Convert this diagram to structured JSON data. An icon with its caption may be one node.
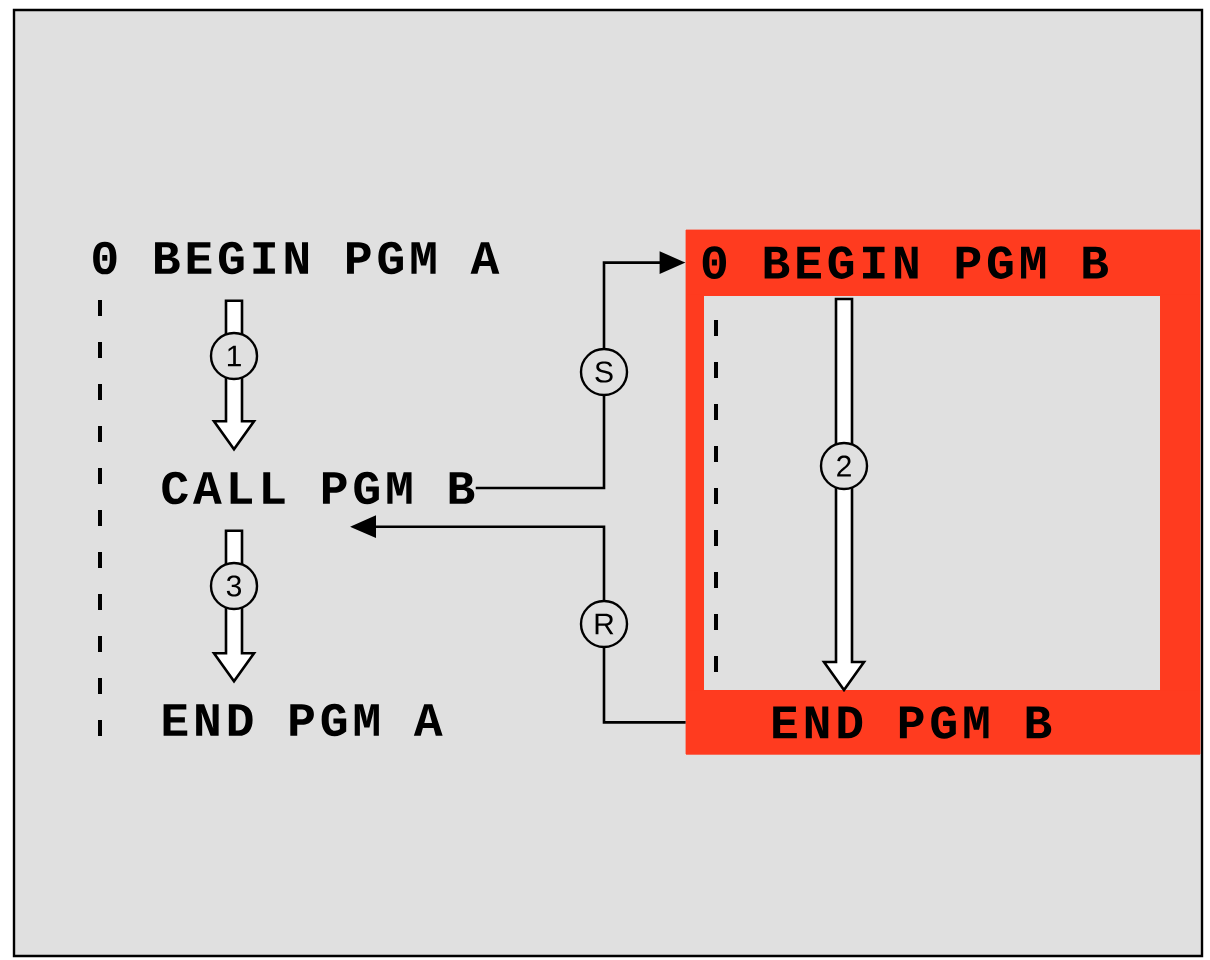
{
  "diagram": {
    "nodes": [
      {
        "text": [
          "0 BEGIN PGM A"
        ]
      },
      {
        "text": [
          "CALL PGM B"
        ]
      },
      {
        "text": [
          "END PGM A"
        ]
      },
      {
        "text": [],
        "shape": "box"
      },
      {
        "text": [
          "0 BEGIN PGM B"
        ],
        "in": 3
      },
      {
        "text": [
          "END PGM B"
        ],
        "in": 3
      }
    ],
    "edges": [
      {
        "from": 0,
        "to": 1,
        "arrow": "to",
        "label": "1",
        "style": "thick"
      },
      {
        "from": 1,
        "to": 2,
        "arrow": "to",
        "label": "3",
        "style": "thick"
      },
      {
        "from": 4,
        "to": 5,
        "arrow": "to",
        "label": "2",
        "style": "thick"
      },
      {
        "from": 1,
        "to": 4,
        "arrow": "to",
        "label": "S"
      },
      {
        "from": 5,
        "to": 1,
        "arrow": "to",
        "label": "R"
      }
    ]
  }
}
